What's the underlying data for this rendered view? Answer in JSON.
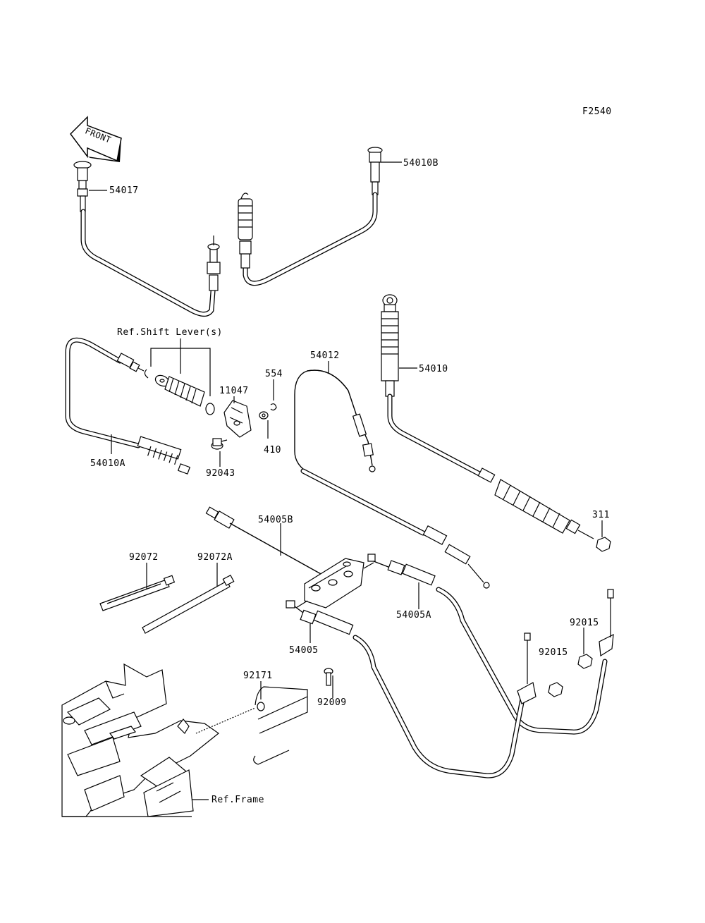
{
  "figure_code": "F2540",
  "front_arrow_label": "FRONT",
  "labels": {
    "p54017": "54017",
    "p54010B": "54010B",
    "ref_shift_lever": "Ref.Shift Lever(s)",
    "p11047": "11047",
    "p554": "554",
    "p410": "410",
    "p92043": "92043",
    "p54010A": "54010A",
    "p54012": "54012",
    "p54010": "54010",
    "p311": "311",
    "p54005B": "54005B",
    "p92072": "92072",
    "p92072A": "92072A",
    "p54005A": "54005A",
    "p54005": "54005",
    "p92015_a": "92015",
    "p92015_b": "92015",
    "p92171": "92171",
    "p92009": "92009",
    "ref_frame": "Ref.Frame"
  }
}
